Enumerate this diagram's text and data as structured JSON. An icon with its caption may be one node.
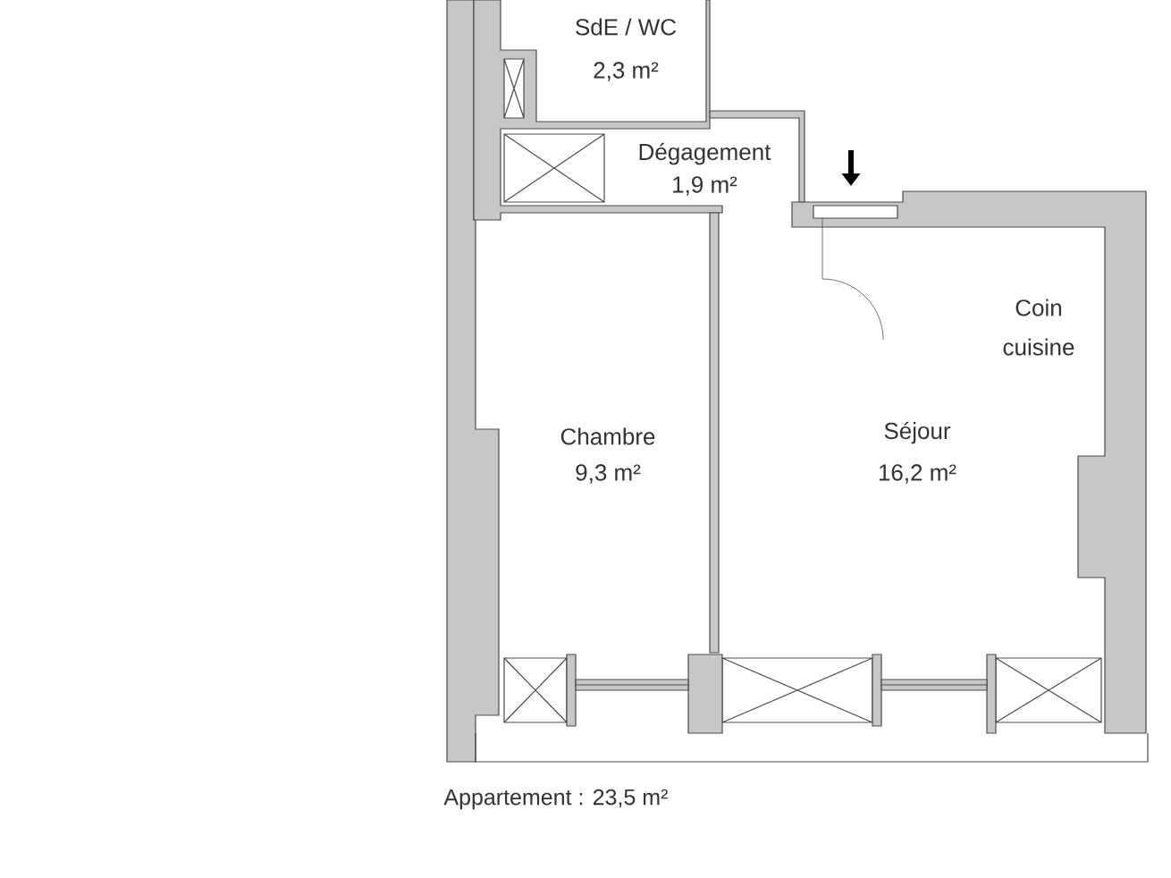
{
  "diagram": {
    "caption": "Appartement : 23,5 m²",
    "labels": [
      "SdE / WC",
      "2,3 m²",
      "Dégagement",
      "1,9 m²",
      "Coin",
      "cuisine",
      "Chambre",
      "9,3 m²",
      "Séjour",
      "16,2 m²"
    ]
  }
}
